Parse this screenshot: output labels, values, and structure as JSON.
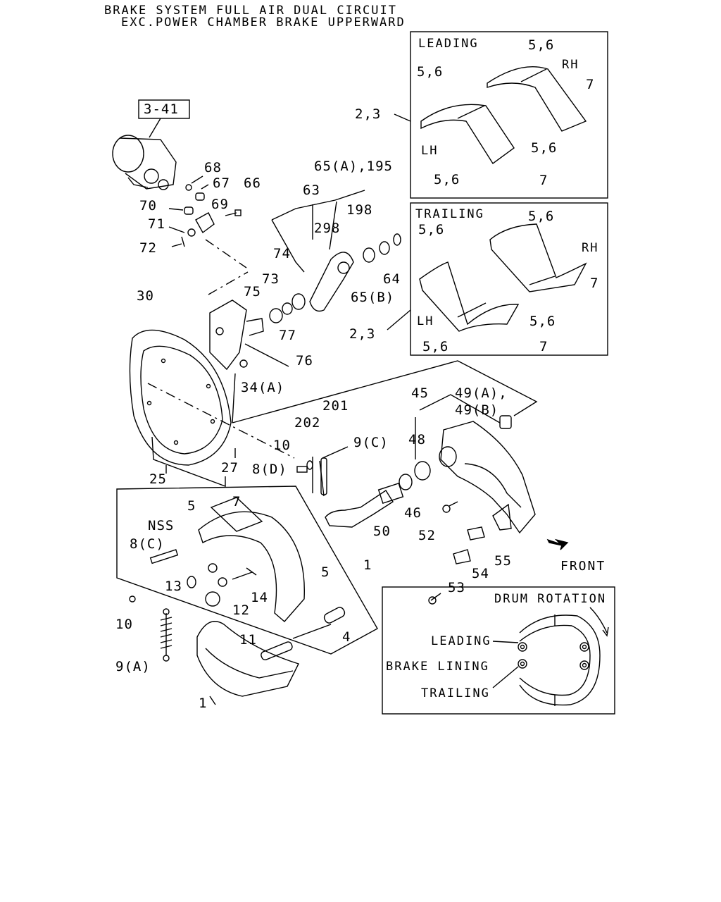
{
  "title": {
    "line1": "BRAKE SYSTEM FULL AIR DUAL CIRCUIT",
    "line2": "EXC.POWER CHAMBER BRAKE UPPERWARD"
  },
  "ref_box": "3-41",
  "leading_panel": {
    "heading": "LEADING",
    "labels": [
      "5,6",
      "5,6",
      "RH",
      "7",
      "2,3",
      "LH",
      "5,6",
      "5,6",
      "7"
    ]
  },
  "trailing_panel": {
    "heading": "TRAILING",
    "labels": [
      "5,6",
      "5,6",
      "RH",
      "7",
      "LH",
      "2,3",
      "5,6",
      "5,6",
      "7"
    ]
  },
  "callouts": {
    "c68": "68",
    "c67": "67",
    "c66": "66",
    "c70": "70",
    "c69": "69",
    "c71": "71",
    "c72": "72",
    "c65a195": "65(A),195",
    "c63": "63",
    "c198": "198",
    "c298": "298",
    "c74": "74",
    "c73": "73",
    "c75": "75",
    "c64": "64",
    "c65b": "65(B)",
    "c30": "30",
    "c77": "77",
    "c76": "76",
    "c34a": "34(A)",
    "c201": "201",
    "c202": "202",
    "c45": "45",
    "c49a": "49(A),",
    "c49b": "49(B)",
    "c10a": "10",
    "c9c": "9(C)",
    "c48": "48",
    "c8d": "8(D)",
    "c27": "27",
    "c25": "25",
    "c5a": "5",
    "c7": "7",
    "c46": "46",
    "c50": "50",
    "cNSS": "NSS",
    "c8c": "8(C)",
    "c52": "52",
    "c55": "55",
    "c5b": "5",
    "c1a": "1",
    "c54": "54",
    "c13": "13",
    "c14": "14",
    "c53": "53",
    "c12": "12",
    "c10b": "10",
    "c4": "4",
    "c11": "11",
    "c9a": "9(A)",
    "c1b": "1"
  },
  "front": "FRONT",
  "drum_panel": {
    "heading": "DRUM ROTATION",
    "leading": "LEADING",
    "brake_lining": "BRAKE LINING",
    "trailing": "TRAILING"
  }
}
